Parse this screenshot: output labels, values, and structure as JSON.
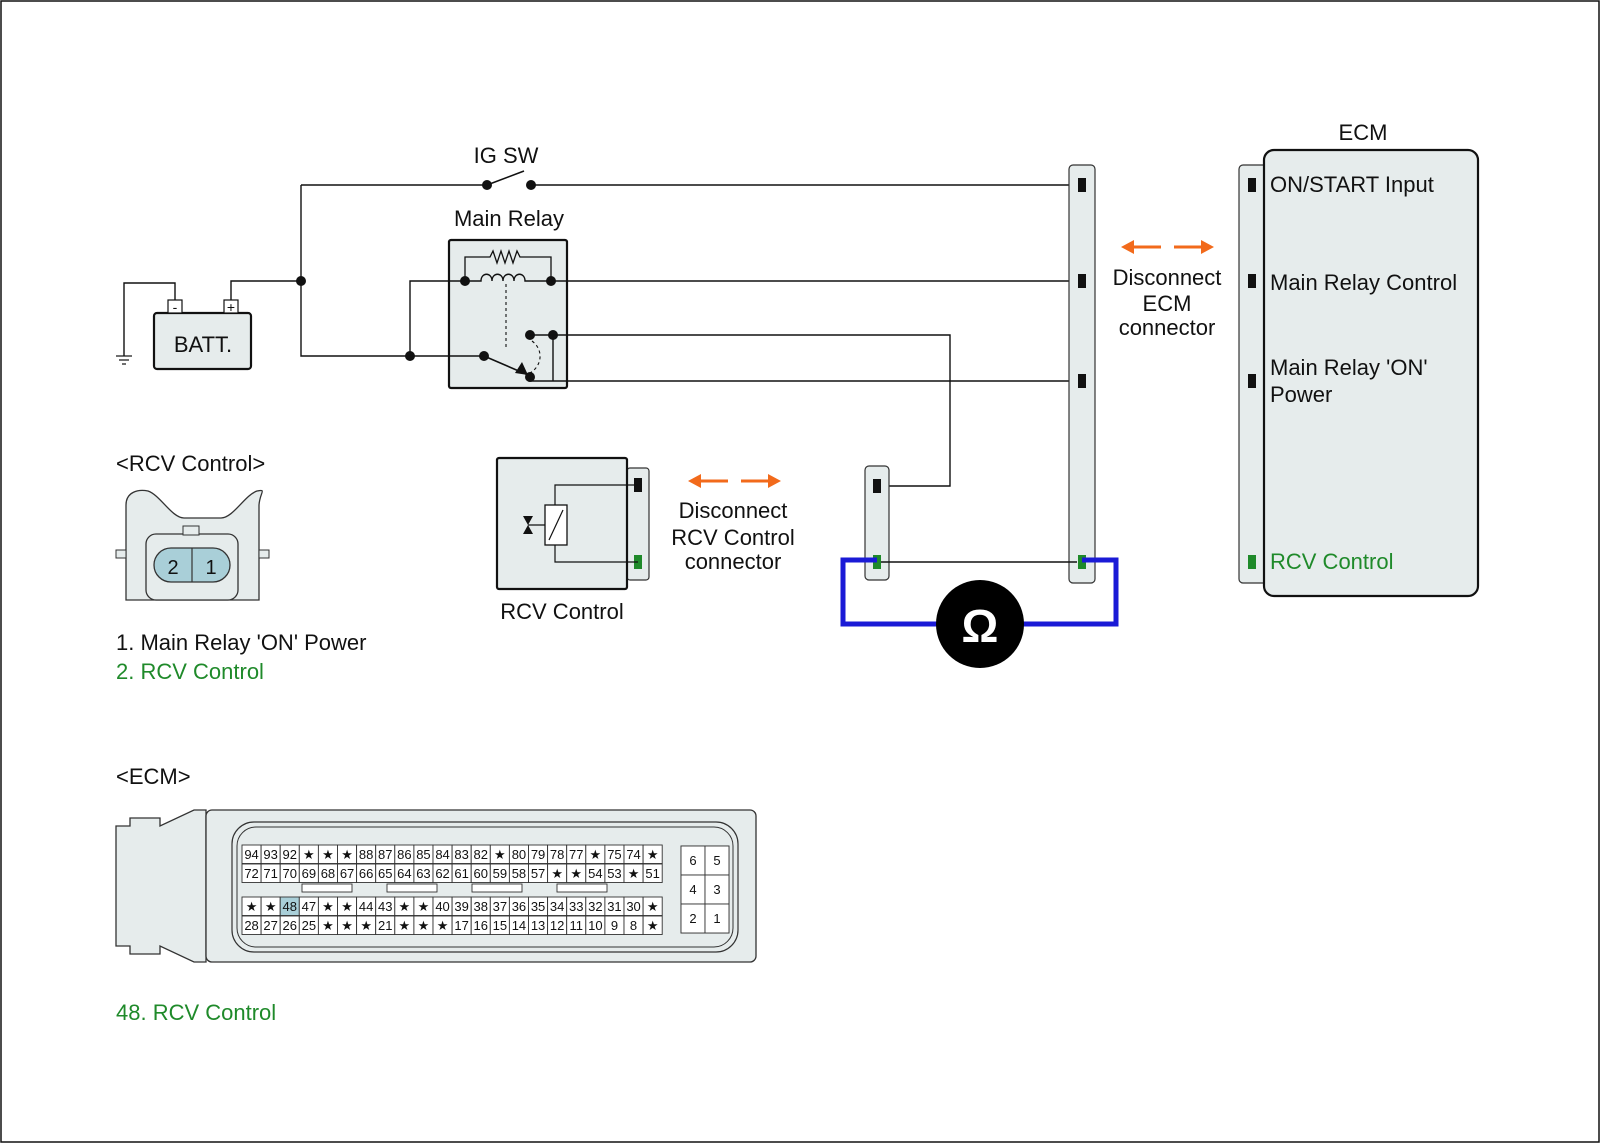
{
  "labels": {
    "ig_sw": "IG SW",
    "main_relay": "Main Relay",
    "batt": "BATT.",
    "batt_minus": "-",
    "batt_plus": "+",
    "ecm_title": "ECM",
    "ecm_pin_on_start": "ON/START Input",
    "ecm_pin_main_relay_control": "Main Relay Control",
    "ecm_pin_main_relay_on_power_1": "Main Relay 'ON'",
    "ecm_pin_main_relay_on_power_2": "Power",
    "ecm_pin_rcv_control": "RCV Control",
    "disconnect_ecm_1": "Disconnect",
    "disconnect_ecm_2": "ECM",
    "disconnect_ecm_3": "connector",
    "disconnect_rcv_1": "Disconnect",
    "disconnect_rcv_2": "RCV Control",
    "disconnect_rcv_3": "connector",
    "rcv_control_component": "RCV Control",
    "ohmmeter_symbol": "Ω"
  },
  "rcv_connector": {
    "heading": "<RCV Control>",
    "pins": [
      "2",
      "1"
    ],
    "legend": [
      "1. Main Relay 'ON' Power",
      "2. RCV Control"
    ]
  },
  "ecm_connector": {
    "heading": "<ECM>",
    "legend": "48. RCV Control",
    "highlight_pin": "48",
    "rows": [
      [
        "94",
        "93",
        "92",
        "★",
        "★",
        "★",
        "88",
        "87",
        "86",
        "85",
        "84",
        "83",
        "82",
        "★",
        "80",
        "79",
        "78",
        "77",
        "★",
        "75",
        "74",
        "★"
      ],
      [
        "72",
        "71",
        "70",
        "69",
        "68",
        "67",
        "66",
        "65",
        "64",
        "63",
        "62",
        "61",
        "60",
        "59",
        "58",
        "57",
        "★",
        "★",
        "54",
        "53",
        "★",
        "51"
      ],
      [
        "★",
        "★",
        "48",
        "47",
        "★",
        "★",
        "44",
        "43",
        "★",
        "★",
        "40",
        "39",
        "38",
        "37",
        "36",
        "35",
        "34",
        "33",
        "32",
        "31",
        "30",
        "★"
      ],
      [
        "28",
        "27",
        "26",
        "25",
        "★",
        "★",
        "★",
        "21",
        "★",
        "★",
        "★",
        "17",
        "16",
        "15",
        "14",
        "13",
        "12",
        "11",
        "10",
        "9",
        "8",
        "★"
      ]
    ],
    "side_block": [
      [
        "6",
        "5"
      ],
      [
        "4",
        "3"
      ],
      [
        "2",
        "1"
      ]
    ]
  },
  "colors": {
    "wire": "#111111",
    "green": "#1f8a2a",
    "orange": "#f26a1b",
    "meter_lead": "#1a1ad6",
    "connector_fill": "#e6ecec",
    "pin_highlight": "#a9cfd8"
  }
}
